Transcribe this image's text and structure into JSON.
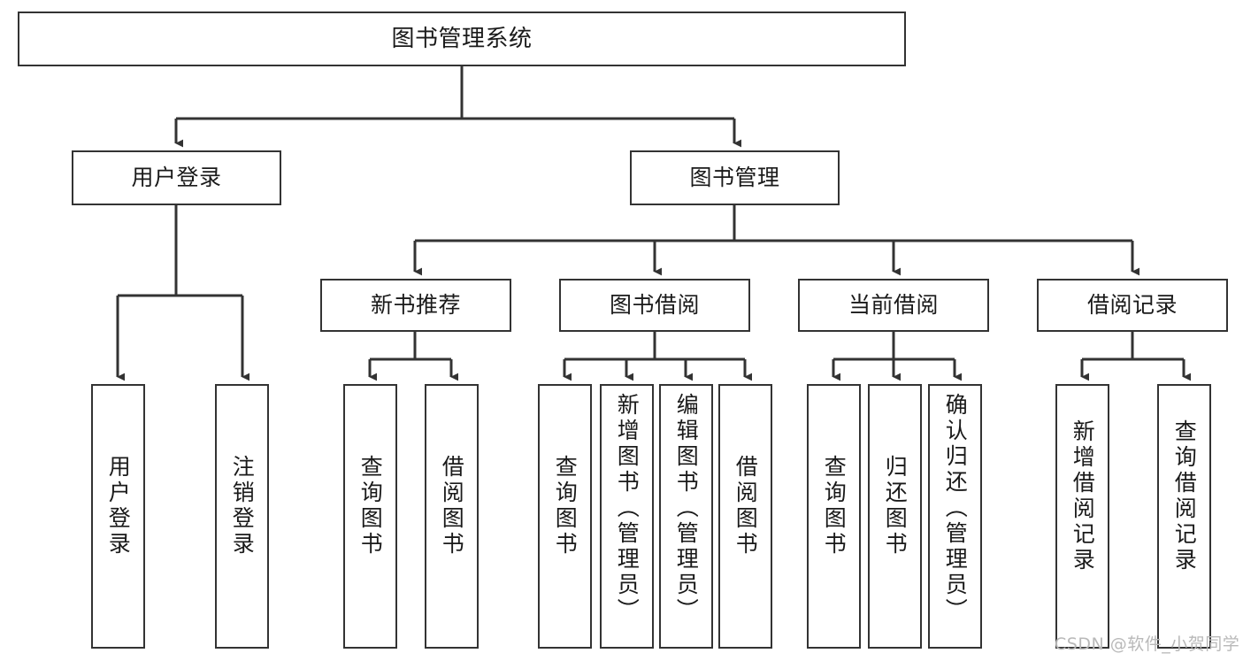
{
  "diagram": {
    "title": "图书管理系统",
    "type": "tree",
    "stroke_color": "#333333",
    "background_color": "#ffffff",
    "watermark": "CSDN @软件_小贺同学",
    "levels": {
      "level1": [
        "图书管理系统"
      ],
      "level2": [
        "用户登录",
        "图书管理"
      ],
      "level3": [
        "新书推荐",
        "图书借阅",
        "当前借阅",
        "借阅记录"
      ],
      "level4": [
        "用户登录",
        "注销登录",
        "查询图书",
        "借阅图书",
        "查询图书",
        "新增图书（管理员）",
        "编辑图书（管理员）",
        "借阅图书",
        "查询图书",
        "归还图书",
        "确认归还（管理员）",
        "新增借阅记录",
        "查询借阅记录"
      ]
    },
    "nodes": {
      "root": {
        "label": "图书管理系统"
      },
      "user_login": {
        "label": "用户登录"
      },
      "book_manage": {
        "label": "图书管理"
      },
      "new_book_rec": {
        "label": "新书推荐"
      },
      "book_borrow": {
        "label": "图书借阅"
      },
      "current_borrow": {
        "label": "当前借阅"
      },
      "borrow_record": {
        "label": "借阅记录"
      },
      "leaf_user_login": {
        "label": "用户登录"
      },
      "leaf_user_logout": {
        "label": "注销登录"
      },
      "leaf_query_book_1": {
        "label": "查询图书"
      },
      "leaf_borrow_book_1": {
        "label": "借阅图书"
      },
      "leaf_query_book_2": {
        "label": "查询图书"
      },
      "leaf_add_book": {
        "label": "新增图书（管理员）"
      },
      "leaf_edit_book": {
        "label": "编辑图书（管理员）"
      },
      "leaf_borrow_book_2": {
        "label": "借阅图书"
      },
      "leaf_query_book_3": {
        "label": "查询图书"
      },
      "leaf_return_book": {
        "label": "归还图书"
      },
      "leaf_confirm_return": {
        "label": "确认归还（管理员）"
      },
      "leaf_add_record": {
        "label": "新增借阅记录"
      },
      "leaf_query_record": {
        "label": "查询借阅记录"
      }
    }
  }
}
